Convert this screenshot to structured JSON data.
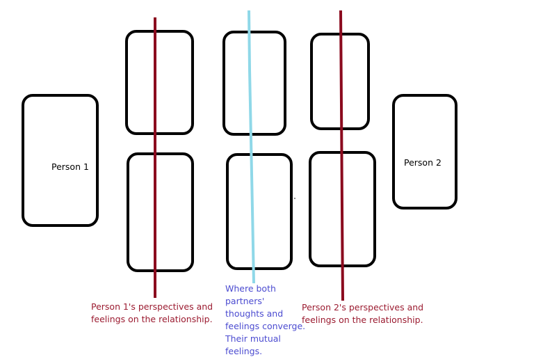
{
  "person1": {
    "label": "Person 1"
  },
  "person2": {
    "label": "Person 2"
  },
  "captions": {
    "left": [
      "Person 1's perspectives and",
      "feelings on the relationship."
    ],
    "middle": [
      "Where both",
      "partners'",
      "thoughts and",
      "feelings converge.",
      "Their mutual",
      "feelings."
    ],
    "right": [
      "Person 2's perspectives and",
      "feelings on the relationship."
    ]
  },
  "colors": {
    "red_line": "#8b0a1e",
    "blue_line": "#8fd8e8",
    "red_text": "#9b1b30",
    "blue_text": "#4b4bd0"
  }
}
